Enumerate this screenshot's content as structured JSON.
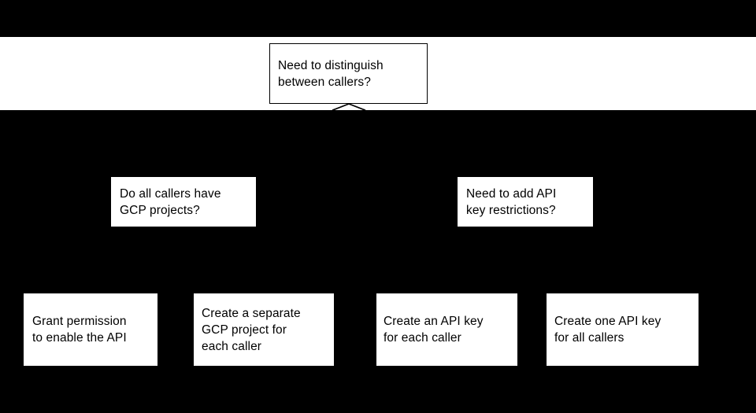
{
  "diagram": {
    "title": "API caller access decision flowchart",
    "background_color": "#000000",
    "node_fill_color": "#ffffff",
    "node_text_color": "#000000",
    "border_color": "#000000",
    "nodes": {
      "top_decision": {
        "label": "Need to distinguish\nbetween callers?",
        "shape": "rectangle",
        "bordered": true
      },
      "gcp_projects_decision": {
        "label": "Do all callers have\nGCP projects?",
        "shape": "rectangle",
        "bordered": false
      },
      "key_restrictions_decision": {
        "label": "Need to add API\nkey restrictions?",
        "shape": "rectangle",
        "bordered": false
      },
      "grant_permission_outcome": {
        "label": "Grant permission\nto enable the API",
        "shape": "rectangle",
        "bordered": false
      },
      "separate_project_outcome": {
        "label": "Create a separate\nGCP project for\neach caller",
        "shape": "rectangle",
        "bordered": false
      },
      "key_each_caller_outcome": {
        "label": "Create an API key\nfor each caller",
        "shape": "rectangle",
        "bordered": false
      },
      "key_all_callers_outcome": {
        "label": "Create one API key\nfor all callers",
        "shape": "rectangle",
        "bordered": false
      }
    },
    "connectors": [
      {
        "name": "top-decision-downward-arrow",
        "from": "top_decision",
        "style": "arrowhead-chevron"
      }
    ]
  }
}
